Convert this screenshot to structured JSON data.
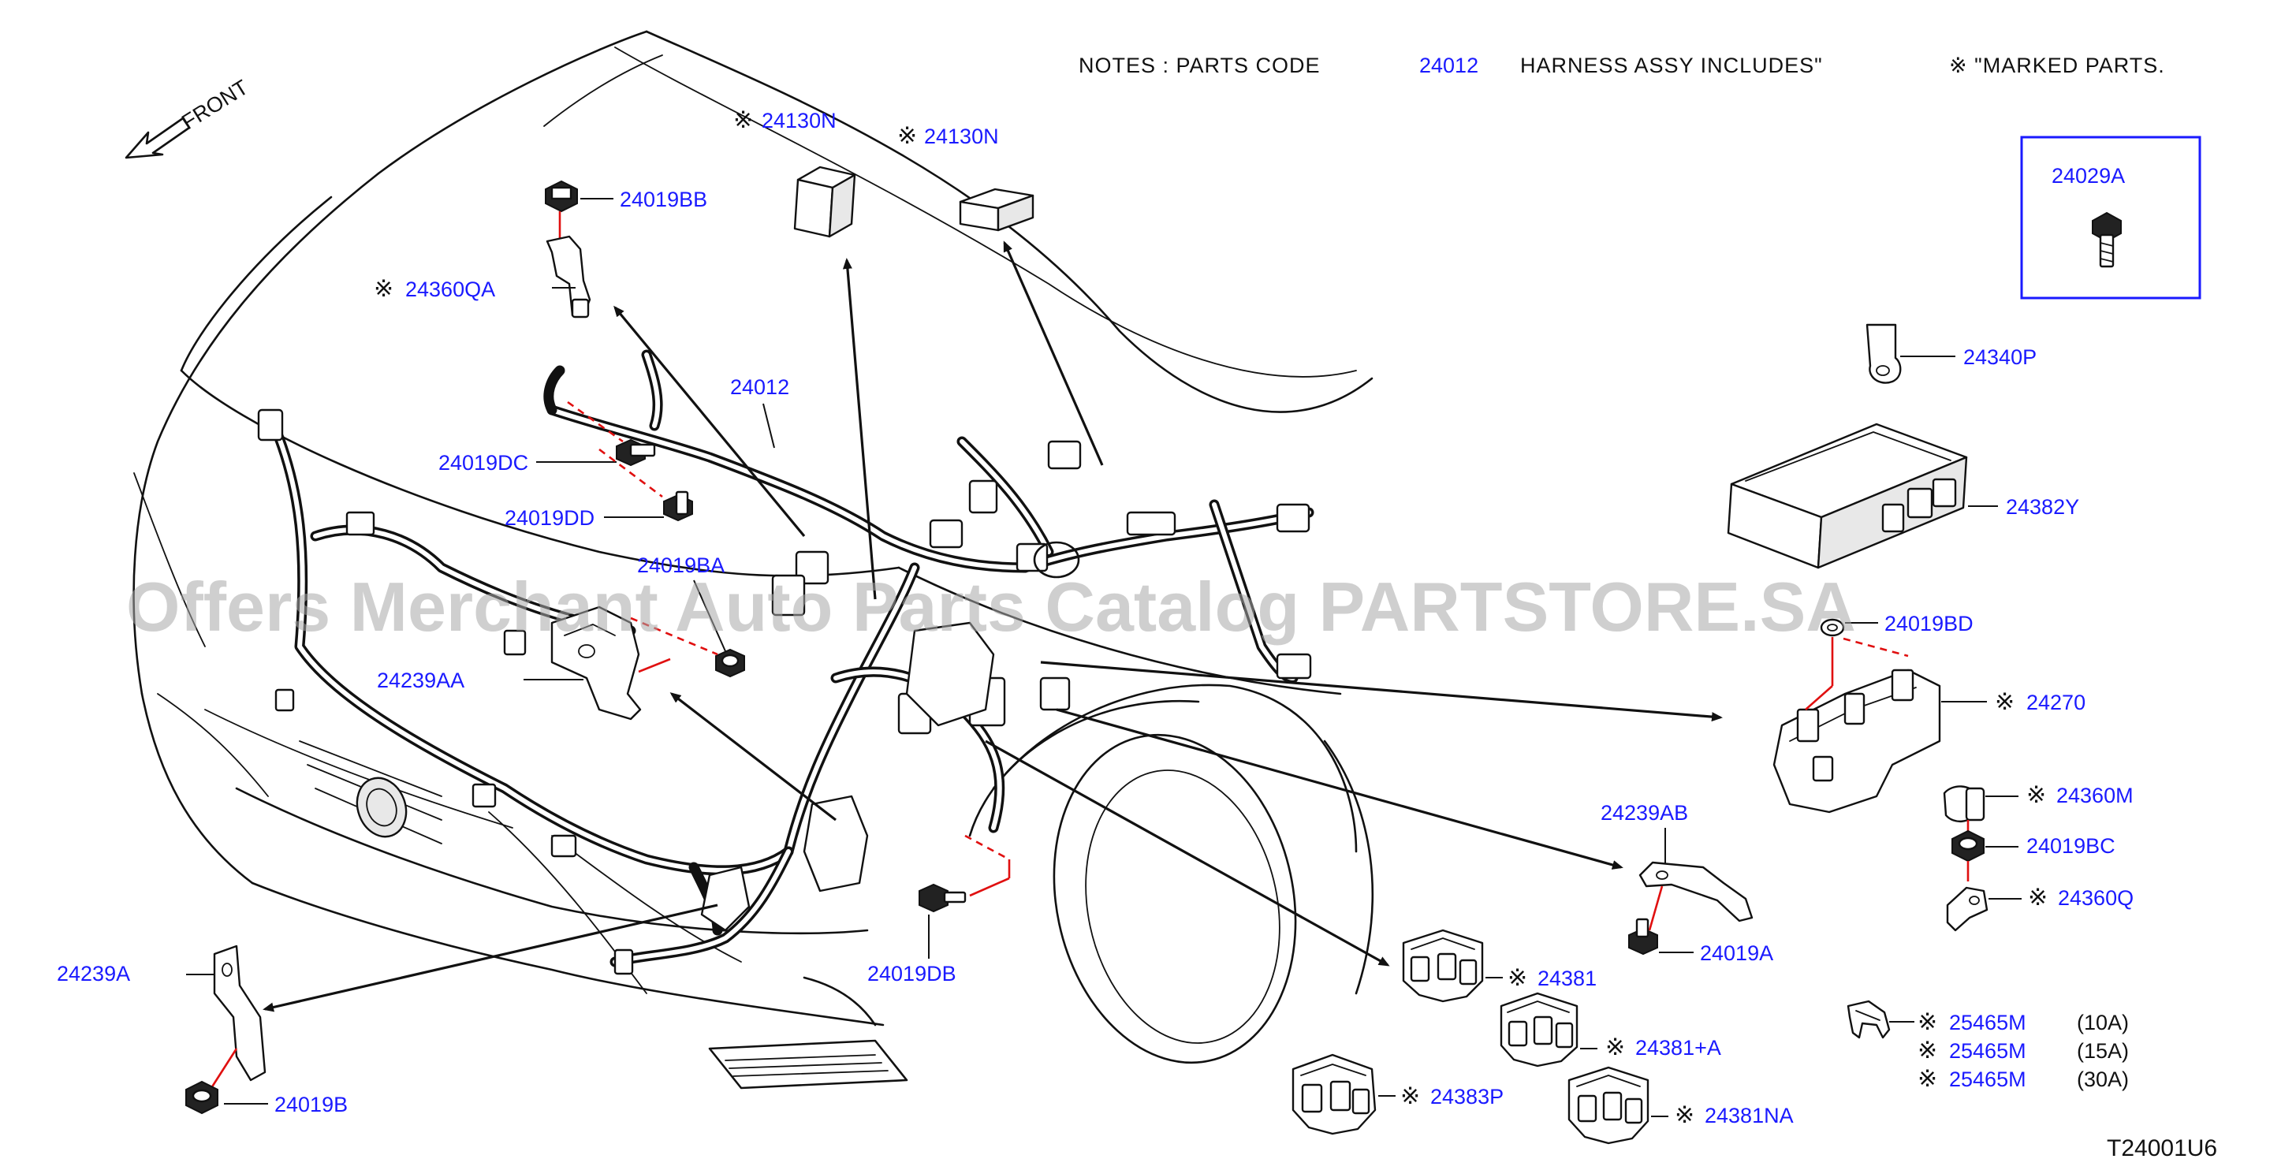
{
  "notes": {
    "prefix": "NOTES  :  PARTS  CODE",
    "code": "24012",
    "suffix": "HARNESS  ASSY  INCLUDES\"",
    "marked": "※ \"MARKED  PARTS."
  },
  "front_label": "FRONT",
  "mark_symbol": "※",
  "diagram_code": "T24001U6",
  "watermark": "Offers Merchant Auto Parts Catalog PARTSTORE.SA",
  "parts": {
    "p24130N_1": "24130N",
    "p24130N_2": "24130N",
    "p24019BB": "24019BB",
    "p24360QA": "24360QA",
    "p24012": "24012",
    "p24019DC": "24019DC",
    "p24019DD": "24019DD",
    "p24019BA": "24019BA",
    "p24239AA": "24239AA",
    "p24019DB": "24019DB",
    "p24239A": "24239A",
    "p24019B": "24019B",
    "p24029A": "24029A",
    "p24340P": "24340P",
    "p24382Y": "24382Y",
    "p24019BD": "24019BD",
    "p24270": "24270",
    "p24360M": "24360M",
    "p24019BC": "24019BC",
    "p24360Q": "24360Q",
    "p24239AB": "24239AB",
    "p24019A": "24019A",
    "p24381": "24381",
    "p24381A": "24381+A",
    "p24383P": "24383P",
    "p24381NA": "24381NA",
    "p25465M_1": "25465M",
    "p25465M_2": "25465M",
    "p25465M_3": "25465M"
  },
  "ratings": {
    "r1": "(10A)",
    "r2": "(15A)",
    "r3": "(30A)"
  }
}
